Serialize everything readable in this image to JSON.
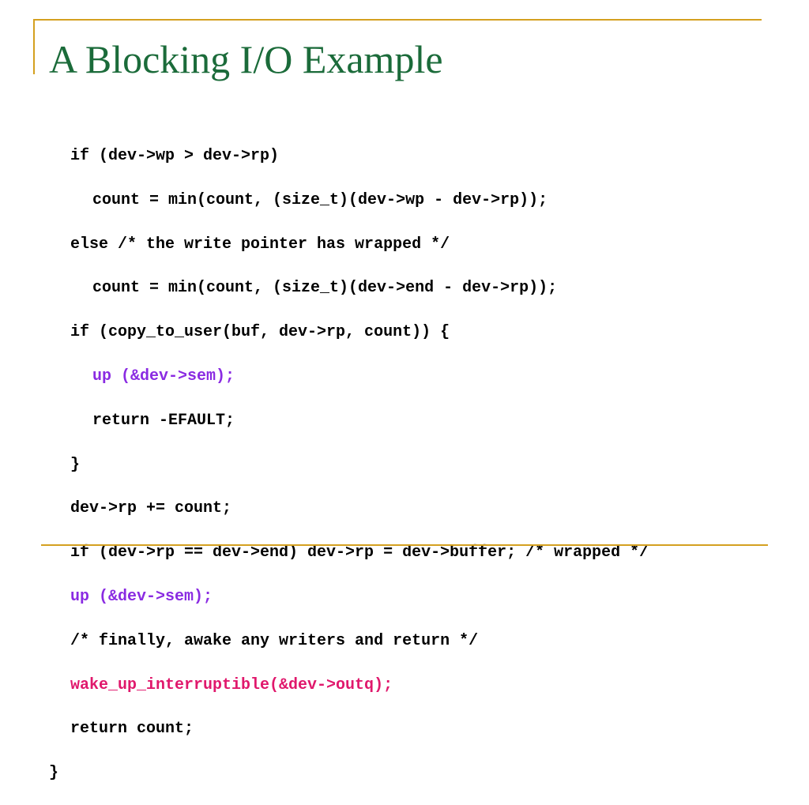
{
  "slide": {
    "title": "A Blocking I/O Example"
  },
  "theme": {
    "title_color": "#1b6b3a",
    "code_color": "#000000",
    "accent_rule_color": "#d4a020",
    "highlight_purple": "#8a2be2",
    "highlight_magenta": "#e0186c"
  },
  "code": {
    "lines": [
      {
        "indent": 1,
        "text": "if (dev->wp > dev->rp)",
        "color": "#000000"
      },
      {
        "indent": 2,
        "text": "count = min(count, (size_t)(dev->wp - dev->rp));",
        "color": "#000000"
      },
      {
        "indent": 1,
        "text": "else /* the write pointer has wrapped */",
        "color": "#000000"
      },
      {
        "indent": 2,
        "text": "count = min(count, (size_t)(dev->end - dev->rp));",
        "color": "#000000"
      },
      {
        "indent": 1,
        "text": "if (copy_to_user(buf, dev->rp, count)) {",
        "color": "#000000"
      },
      {
        "indent": 2,
        "text": "up (&dev->sem);",
        "color": "#8a2be2"
      },
      {
        "indent": 2,
        "text": "return -EFAULT;",
        "color": "#000000"
      },
      {
        "indent": 1,
        "text": "}",
        "color": "#000000"
      },
      {
        "indent": 1,
        "text": "dev->rp += count;",
        "color": "#000000"
      },
      {
        "indent": 1,
        "text": "if (dev->rp == dev->end) dev->rp = dev->buffer; /* wrapped */",
        "color": "#000000"
      },
      {
        "indent": 1,
        "text": "up (&dev->sem);",
        "color": "#8a2be2"
      },
      {
        "indent": 1,
        "text": "/* finally, awake any writers and return */",
        "color": "#000000"
      },
      {
        "indent": 1,
        "text": "wake_up_interruptible(&dev->outq);",
        "color": "#e0186c"
      },
      {
        "indent": 1,
        "text": "return count;",
        "color": "#000000"
      },
      {
        "indent": 0,
        "text": "}",
        "color": "#000000"
      }
    ]
  }
}
